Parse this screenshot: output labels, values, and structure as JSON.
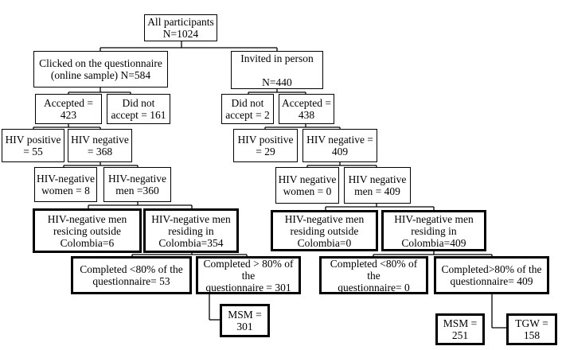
{
  "flowchart": {
    "root": "All participants\nN=1024",
    "online": {
      "group": "Clicked on the questionnaire\n(online sample) N=584",
      "accepted": "Accepted =\n423",
      "did_not_accept": "Did not\naccept = 161",
      "hiv_positive": "HIV positive\n= 55",
      "hiv_negative": "HIV negative\n= 368",
      "neg_women": "HIV-negative\nwomen = 8",
      "neg_men": "HIV-negative\nmen =360",
      "outside_colombia": "HIV-negative men\nresicing outside\nColombia=6",
      "in_colombia": "HIV-negative men\nresiding in\nColombia=354",
      "completed_low": "Completed <80% of the\nquestionnaire= 53",
      "completed_high": "Completed > 80% of the\nquestionnaire = 301",
      "msm": "MSM =\n301"
    },
    "in_person": {
      "group": "Invited in person\n\nN=440",
      "did_not_accept": "Did not\naccept = 2",
      "accepted": "Accepted =\n438",
      "hiv_positive": "HIV positive\n= 29",
      "hiv_negative": "HIV negative =\n409",
      "neg_women": "HIV negative\nwomen = 0",
      "neg_men": "HIV negative\nmen = 409",
      "outside_colombia": "HIV-negative men\nresiding outside\nColombia=0",
      "in_colombia": "HIV-negative men\nresiding in\nColombia=409",
      "completed_low": "Completed <80% of the\nquestionnaire= 0",
      "completed_high": "Completed>80% of the\nquestionnaire= 409",
      "msm": "MSM =\n251",
      "tgw": "TGW =\n158"
    }
  }
}
